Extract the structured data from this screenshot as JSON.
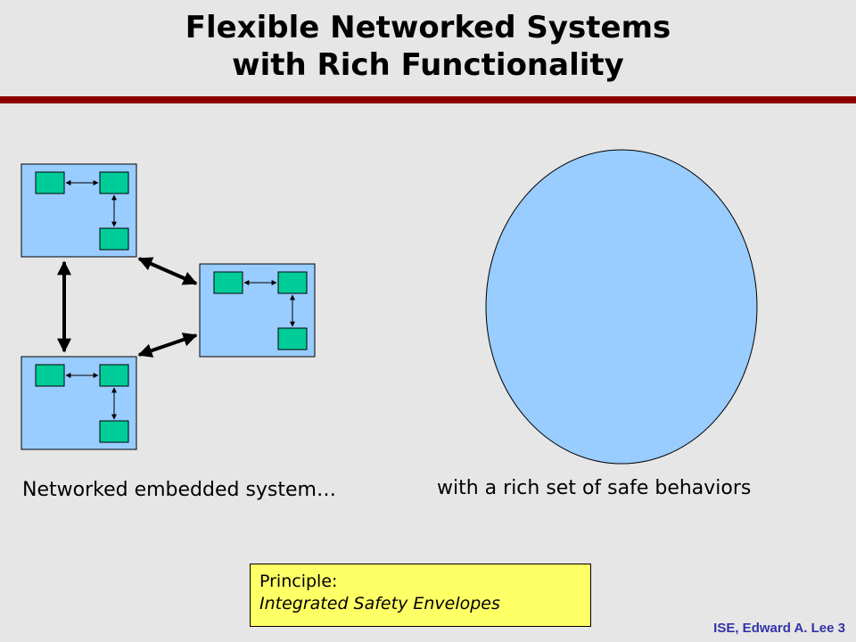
{
  "slide": {
    "title_line1": "Flexible Networked Systems",
    "title_line2": "with Rich Functionality",
    "caption_left": "Networked embedded system…",
    "caption_right": "with a rich set of safe behaviors",
    "principle_label": "Principle:",
    "principle_text": "Integrated Safety Envelopes",
    "footer": "ISE, Edward A. Lee  3"
  },
  "colors": {
    "background": "#e6e6e6",
    "title_bar": "#8b0000",
    "node_box": "#99ccff",
    "component": "#00cc99",
    "envelope": "#99ccff",
    "principle_box": "#ffff66"
  },
  "diagram": {
    "nodes": [
      "node-top-left",
      "node-right",
      "node-bottom-left"
    ],
    "components_per_node": 3,
    "links": [
      "node-top-left <-> node-bottom-left",
      "node-top-left <-> node-right",
      "node-bottom-left <-> node-right"
    ]
  }
}
